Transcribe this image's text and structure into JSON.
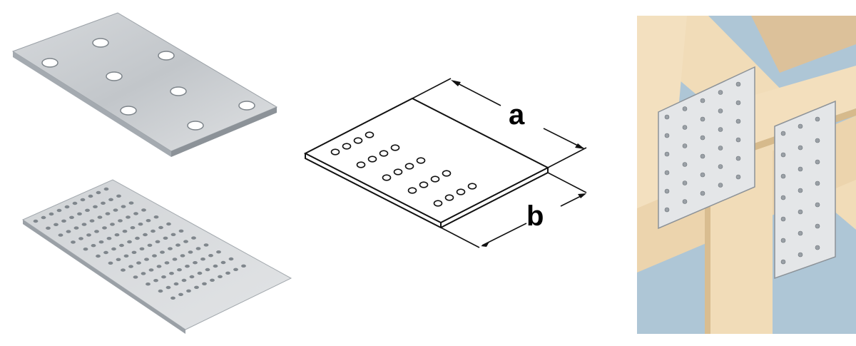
{
  "diagram": {
    "dimension_a_label": "a",
    "dimension_b_label": "b"
  },
  "colors": {
    "steel_light": "#e4e6e8",
    "steel_mid": "#c4c8cc",
    "steel_edge": "#9aa0a6",
    "timber": "#f1dcb8",
    "timber_shadow": "#d9bd90",
    "sky": "#aec6d6"
  },
  "icons": [
    "nail-plate-photo",
    "perforated-plate-photo",
    "dimension-diagram",
    "timber-installation-illustration"
  ]
}
